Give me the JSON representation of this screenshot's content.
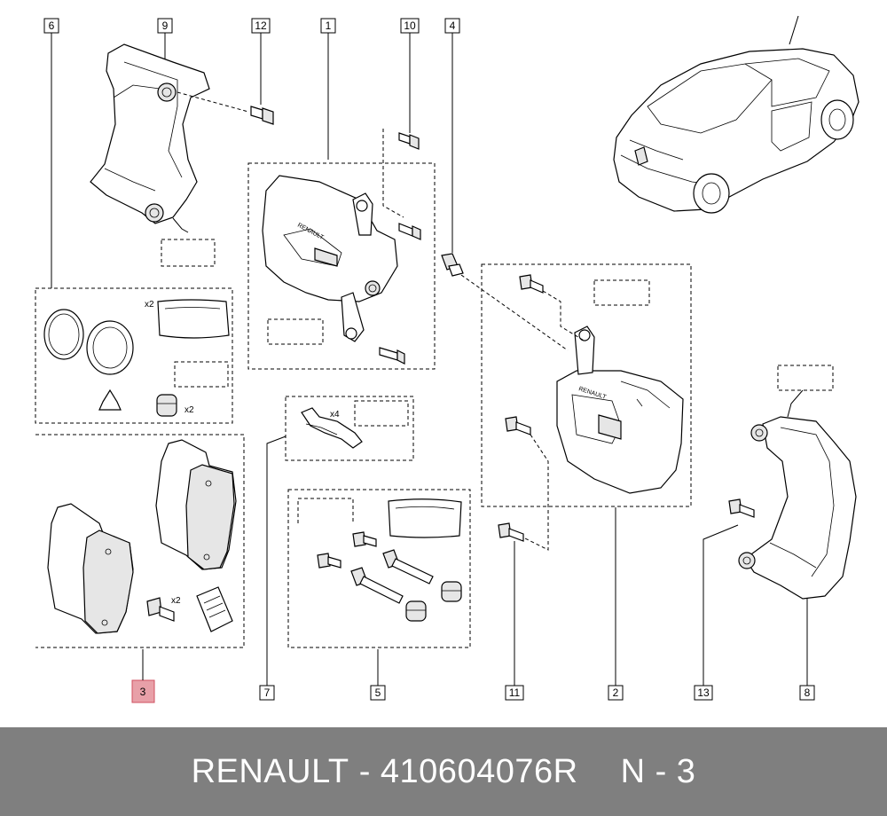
{
  "callouts": [
    "6",
    "9",
    "12",
    "1",
    "10",
    "4",
    "3",
    "7",
    "5",
    "11",
    "2",
    "13",
    "8"
  ],
  "highlighted_callout": "3",
  "quantities": {
    "seal_kit": "x2",
    "boot": "x2",
    "spring": "x4",
    "pad_bolt": "x2"
  },
  "brand_mark": "RENAULT",
  "footer": {
    "brand": "RENAULT",
    "separator": "-",
    "part_number": "410604076R",
    "position_label": "N - 3"
  },
  "colors": {
    "highlight": "#e8a0a8",
    "footer_bg": "#7f7f7f",
    "footer_text": "#ffffff"
  }
}
